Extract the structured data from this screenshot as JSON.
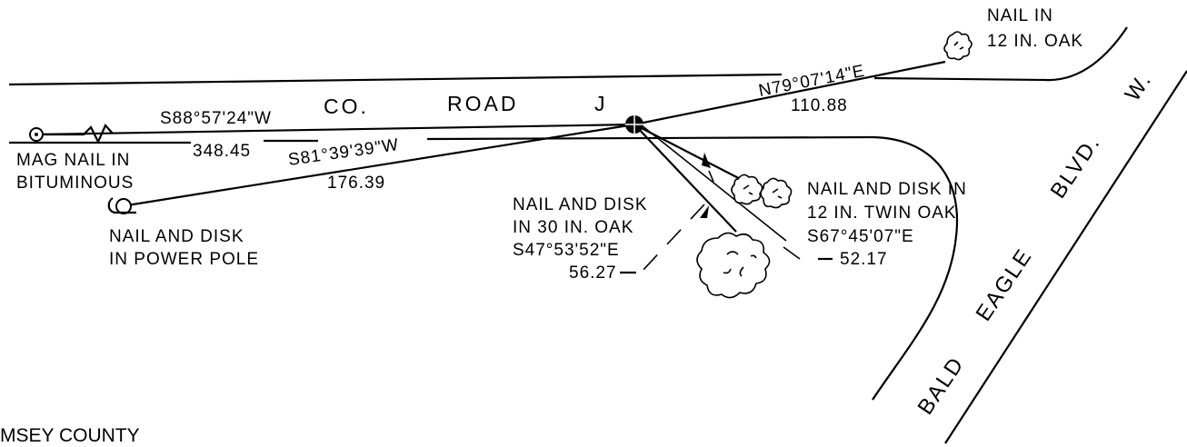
{
  "roads": {
    "co_road_word1": "CO.",
    "co_road_word2": "ROAD",
    "co_road_word3": "J",
    "bald_eagle_word1": "BALD",
    "bald_eagle_word2": "EAGLE",
    "bald_eagle_word3": "BLVD.",
    "bald_eagle_word4": "W."
  },
  "monuments": {
    "nail_12in_oak": [
      "NAIL IN",
      "12 IN. OAK"
    ],
    "mag_nail": [
      "MAG NAIL IN",
      "BITUMINOUS"
    ],
    "power_pole": [
      "NAIL AND DISK",
      "IN POWER POLE"
    ],
    "oak_30in": [
      "NAIL AND DISK",
      "IN 30 IN. OAK"
    ],
    "twin_oak": [
      "NAIL AND DISK IN",
      "12 IN. TWIN OAK"
    ]
  },
  "bearings": {
    "to_nail_oak": {
      "bearing": "N79°07'14\"E",
      "distance": "110.88"
    },
    "to_mag_nail": {
      "bearing": "S88°57'24\"W",
      "distance": "348.45"
    },
    "to_power_pole": {
      "bearing": "S81°39'39\"W",
      "distance": "176.39"
    },
    "to_30in_oak": {
      "bearing": "S47°53'52\"E",
      "distance": "56.27"
    },
    "to_twin_oak": {
      "bearing": "S67°45'07\"E",
      "distance": "52.17"
    }
  },
  "footer": {
    "county": "MSEY COUNTY"
  }
}
